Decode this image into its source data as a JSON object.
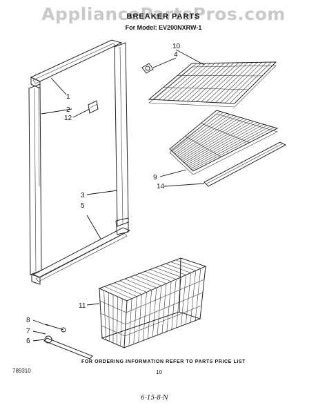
{
  "watermark": "AppliancePartsPros.com",
  "header": {
    "title": "BREAKER PARTS",
    "model_line": "For Model: EV200NXRW-1"
  },
  "callouts": {
    "c10": "10",
    "c4": "4",
    "c1": "1",
    "c2": "2",
    "c12": "12",
    "c9": "9",
    "c14": "14",
    "c3": "3",
    "c5": "5",
    "c11": "11",
    "c8": "8",
    "c7": "7",
    "c6": "6"
  },
  "footer": {
    "ordering_info": "FOR ORDERING INFORMATION REFER TO PARTS PRICE LIST",
    "code": "789310",
    "page_number": "10",
    "handwritten": "6-15-8-N"
  }
}
